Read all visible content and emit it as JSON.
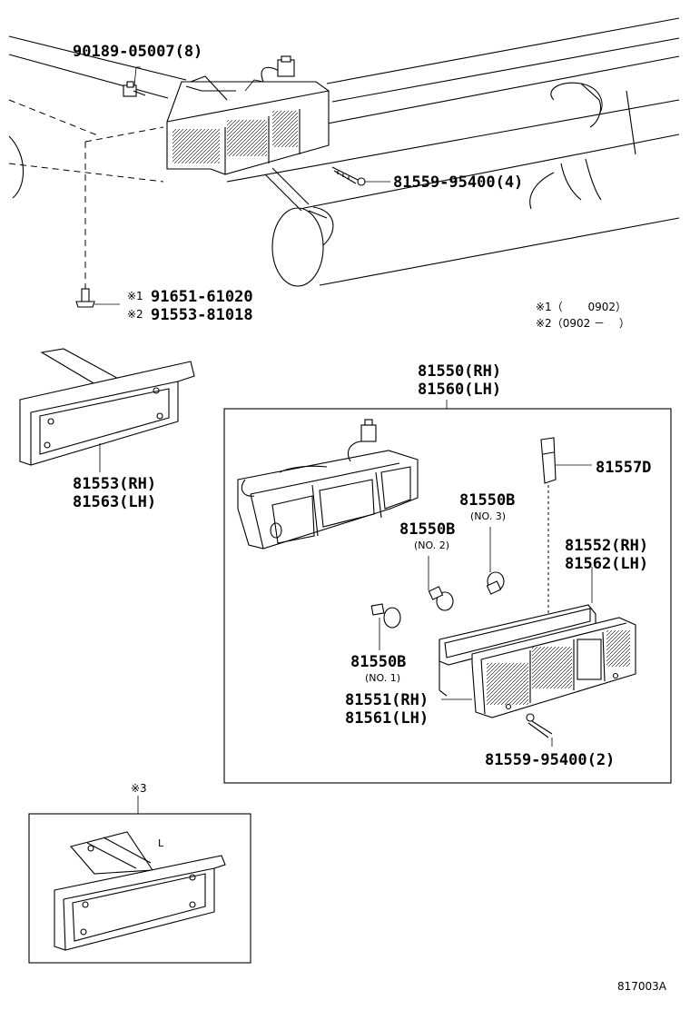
{
  "parts": {
    "bolt_top": "90189-05007(8)",
    "screw_top": "81559-95400(4)",
    "bolt_s1_mark": "※1",
    "bolt_s1": "91651-61020",
    "bolt_s2_mark": "※2",
    "bolt_s2": "91553-81018",
    "bracket_rh": "81553(RH)",
    "bracket_lh": "81563(LH)",
    "assy_rh": "81550(RH)",
    "assy_lh": "81560(LH)",
    "label_part": "81557D",
    "bulb_no3": "81550B",
    "bulb_no3_note": "(NO. 3)",
    "bulb_no2": "81550B",
    "bulb_no2_note": "(NO. 2)",
    "bulb_no1": "81550B",
    "bulb_no1_note": "(NO. 1)",
    "gasket_rh": "81552(RH)",
    "gasket_lh": "81562(LH)",
    "lens_rh": "81551(RH)",
    "lens_lh": "81561(LH)",
    "screw_bottom": "81559-95400(2)"
  },
  "notes": {
    "note1": "※1（　　  0902）",
    "note2": "※2（0902 －　  ）",
    "note3": "※3",
    "inset_letter": "L"
  },
  "footer": {
    "diagram_code": "817003A"
  }
}
